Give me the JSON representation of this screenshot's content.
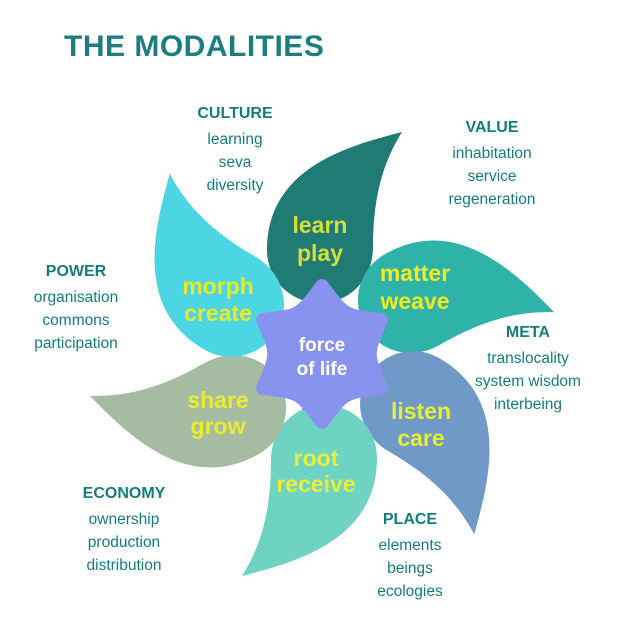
{
  "title": "THE MODALITIES",
  "center": {
    "line1": "force",
    "line2": "of life",
    "color": "#8893f0",
    "text_color": "#ffffff"
  },
  "petals": [
    {
      "word1": "learn",
      "word2": "play",
      "color": "#1f7b73",
      "text_color": "#d4df3d"
    },
    {
      "word1": "matter",
      "word2": "weave",
      "color": "#2fb3a9",
      "text_color": "#eeeb21"
    },
    {
      "word1": "listen",
      "word2": "care",
      "color": "#7099c7",
      "text_color": "#e7ef33"
    },
    {
      "word1": "root",
      "word2": "receive",
      "color": "#6ed3c2",
      "text_color": "#e7ee3e"
    },
    {
      "word1": "share",
      "word2": "grow",
      "color": "#a5bca2",
      "text_color": "#e9ed2e"
    },
    {
      "word1": "morph",
      "word2": "create",
      "color": "#4cd5e2",
      "text_color": "#e9e929"
    }
  ],
  "modalities": [
    {
      "heading": "CULTURE",
      "items": [
        "learning",
        "seva",
        "diversity"
      ]
    },
    {
      "heading": "VALUE",
      "items": [
        "inhabitation",
        "service",
        "regeneration"
      ]
    },
    {
      "heading": "META",
      "items": [
        "translocality",
        "system wisdom",
        "interbeing"
      ]
    },
    {
      "heading": "PLACE",
      "items": [
        "elements",
        "beings",
        "ecologies"
      ]
    },
    {
      "heading": "ECONOMY",
      "items": [
        "ownership",
        "production",
        "distribution"
      ]
    },
    {
      "heading": "POWER",
      "items": [
        "organisation",
        "commons",
        "participation"
      ]
    }
  ],
  "colors": {
    "title_text": "#1d7e80",
    "label_text": "#157c7d",
    "accent_dotted_fill": "#4b74e6",
    "accent_dot": "#2b4ed2",
    "accent_bottom_fill": "#5577e8"
  }
}
